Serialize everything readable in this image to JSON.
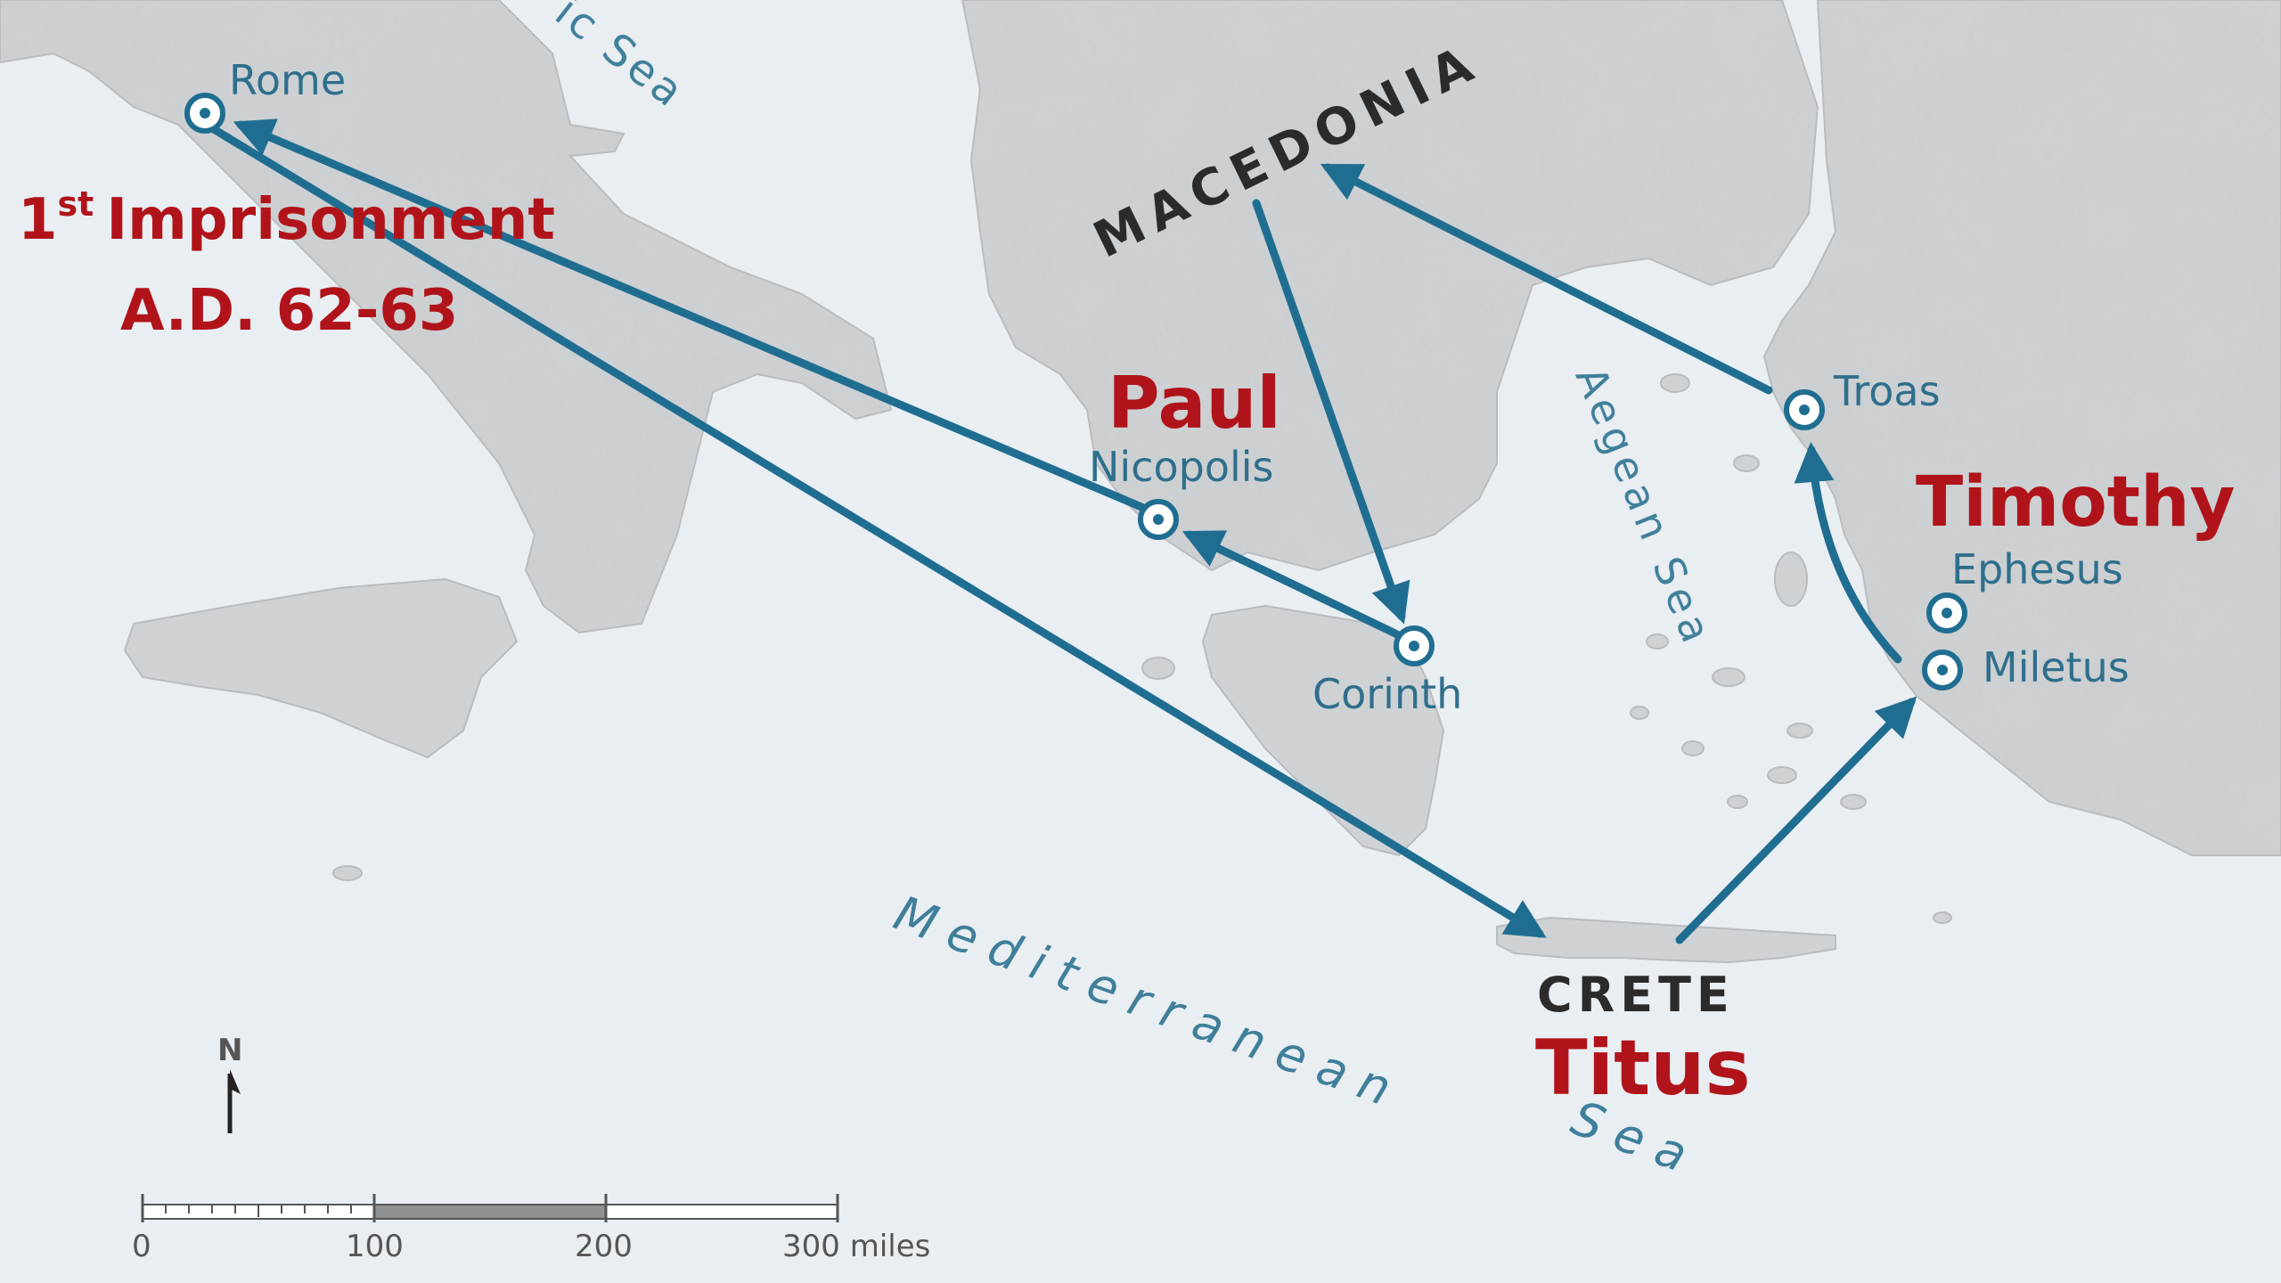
{
  "seas": {
    "adriatic_fragment": "ic Sea",
    "aegean_sea": "Aegean Sea",
    "mediterranean_line1": "Mediterranean",
    "mediterranean_line2": "Sea"
  },
  "regions": {
    "macedonia": "MACEDONIA",
    "crete": "CRETE"
  },
  "cities": {
    "rome": "Rome",
    "nicopolis": "Nicopolis",
    "corinth": "Corinth",
    "troas": "Troas",
    "ephesus": "Ephesus",
    "miletus": "Miletus"
  },
  "annotations": {
    "imprisonment_num": "1",
    "imprisonment_sup": "st",
    "imprisonment_word": "Imprisonment",
    "imprisonment_date": "A.D. 62-63",
    "paul": "Paul",
    "timothy": "Timothy",
    "titus": "Titus"
  },
  "compass": {
    "north": "N"
  },
  "scale": {
    "tick_0": "0",
    "tick_100": "100",
    "tick_200": "200",
    "tick_300": "300 miles"
  },
  "colors": {
    "route": "#1f6e91",
    "annotation_red": "#b0141a",
    "sea": "#e9eef3",
    "land": "#cfd2d4"
  },
  "route_legs": [
    {
      "from": "Rome",
      "to": "Crete"
    },
    {
      "from": "Crete",
      "to": "Miletus"
    },
    {
      "from": "Miletus",
      "to": "Troas"
    },
    {
      "from": "Troas",
      "to": "Macedonia"
    },
    {
      "from": "Macedonia",
      "to": "Corinth"
    },
    {
      "from": "Corinth",
      "to": "Nicopolis"
    },
    {
      "from": "Nicopolis",
      "to": "Rome"
    }
  ]
}
